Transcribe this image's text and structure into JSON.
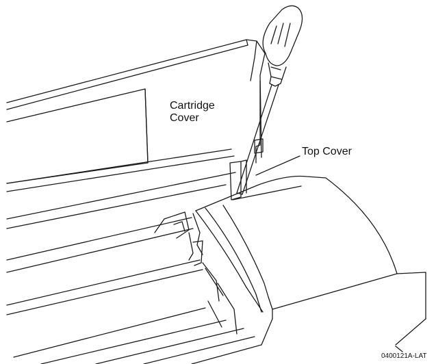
{
  "labels": {
    "cartridge_cover_line1": "Cartridge",
    "cartridge_cover_line2": "Cover",
    "top_cover": "Top Cover",
    "figure_code": "0400121A-LAT"
  },
  "colors": {
    "ink": "#1a1a1a",
    "background": "#ffffff"
  },
  "icons": {
    "tool": "screwdriver-icon"
  }
}
